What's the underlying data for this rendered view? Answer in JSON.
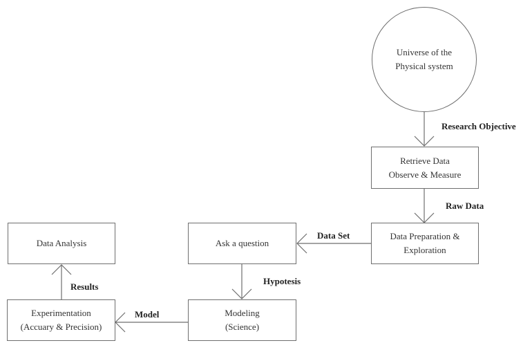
{
  "nodes": {
    "universe": {
      "line1": "Universe of the",
      "line2": "Physical system"
    },
    "retrieve": {
      "line1": "Retrieve Data",
      "line2": "Observe & Measure"
    },
    "preparation": {
      "line1": "Data Preparation &",
      "line2": "Exploration"
    },
    "question": {
      "line1": "Ask a question"
    },
    "modeling": {
      "line1": "Modeling",
      "line2": "(Science)"
    },
    "experimentation": {
      "line1": "Experimentation",
      "line2": "(Accuary & Precision)"
    },
    "analysis": {
      "line1": "Data Analysis"
    }
  },
  "edges": {
    "research_objective": "Research Objective",
    "raw_data": "Raw Data",
    "data_set": "Data Set",
    "hypotesis": "Hypotesis",
    "model": "Model",
    "results": "Results"
  },
  "colors": {
    "stroke": "#6e6e6e",
    "text": "#333333"
  }
}
